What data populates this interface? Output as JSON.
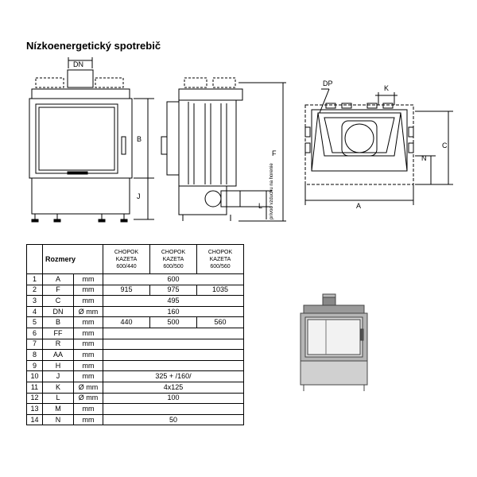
{
  "title": "Nízkoenergetický spotrebič",
  "drawing_labels": {
    "dn": "DN",
    "b": "B",
    "j": "J",
    "f": "F",
    "l": "L",
    "air_inlet": "prívod vzduchu na horenie",
    "dp": "DP",
    "k": "K",
    "n": "N",
    "c": "C",
    "a": "A"
  },
  "table": {
    "header": {
      "label": "Rozmery",
      "models": [
        [
          "CHOPOK",
          "KAZETA",
          "600/440"
        ],
        [
          "CHOPOK",
          "KAZETA",
          "600/500"
        ],
        [
          "CHOPOK",
          "KAZETA",
          "600/560"
        ]
      ]
    },
    "rows": [
      {
        "no": "1",
        "sym": "A",
        "unit": "mm",
        "values": [
          "600"
        ]
      },
      {
        "no": "2",
        "sym": "F",
        "unit": "mm",
        "values": [
          "915",
          "975",
          "1035"
        ]
      },
      {
        "no": "3",
        "sym": "C",
        "unit": "mm",
        "values": [
          "495"
        ]
      },
      {
        "no": "4",
        "sym": "DN",
        "unit": "Ø mm",
        "values": [
          "160"
        ]
      },
      {
        "no": "5",
        "sym": "B",
        "unit": "mm",
        "values": [
          "440",
          "500",
          "560"
        ]
      },
      {
        "no": "6",
        "sym": "FF",
        "unit": "mm",
        "values": [
          ""
        ]
      },
      {
        "no": "7",
        "sym": "R",
        "unit": "mm",
        "values": [
          ""
        ]
      },
      {
        "no": "8",
        "sym": "AA",
        "unit": "mm",
        "values": [
          ""
        ]
      },
      {
        "no": "9",
        "sym": "H",
        "unit": "mm",
        "values": [
          ""
        ]
      },
      {
        "no": "10",
        "sym": "J",
        "unit": "mm",
        "values": [
          "325 + /160/"
        ]
      },
      {
        "no": "11",
        "sym": "K",
        "unit": "Ø mm",
        "values": [
          "4x125"
        ]
      },
      {
        "no": "12",
        "sym": "L",
        "unit": "Ø mm",
        "values": [
          "100"
        ]
      },
      {
        "no": "13",
        "sym": "M",
        "unit": "mm",
        "values": [
          ""
        ]
      },
      {
        "no": "14",
        "sym": "N",
        "unit": "mm",
        "values": [
          "50"
        ]
      }
    ]
  }
}
